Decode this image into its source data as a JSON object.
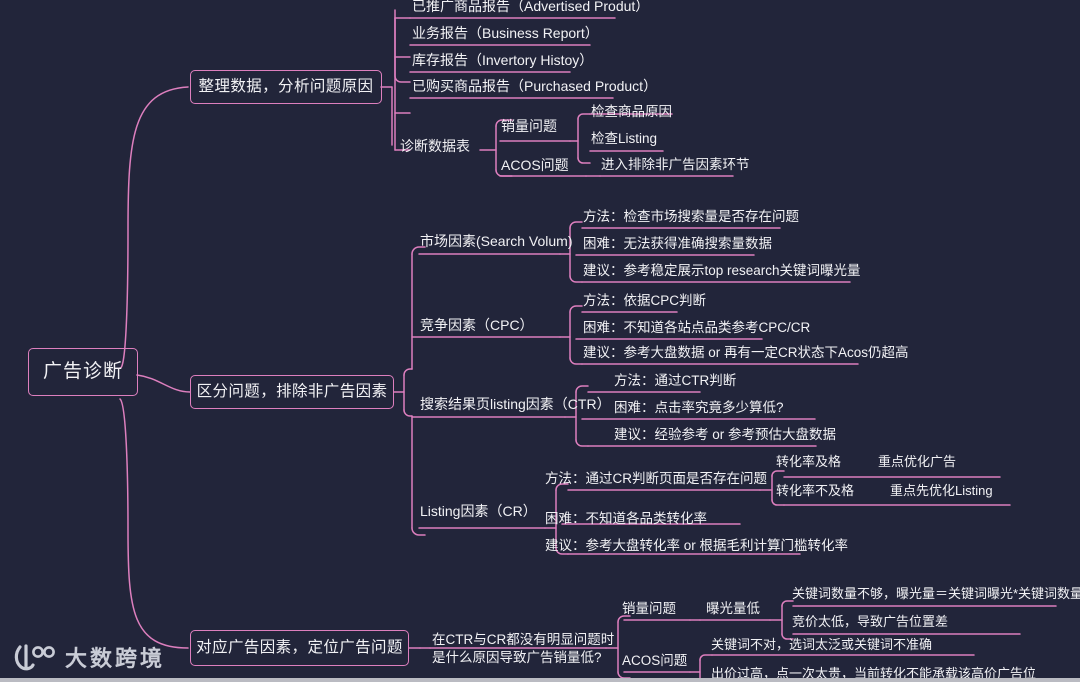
{
  "meta": {
    "title": "广告诊断",
    "bg_color": "#22253a",
    "line_color": "#dd7fbe",
    "text_color": "#f2f2f5"
  },
  "logo": {
    "text": "大数跨境",
    "icon": "brand-mark-icon"
  },
  "root": {
    "label": "广告诊断"
  },
  "branches": [
    {
      "id": "branch-1",
      "label": "整理数据，分析问题原因",
      "children": [
        {
          "label": "已推广商品报告（Advertised Produt）"
        },
        {
          "label": "业务报告（Business Report）"
        },
        {
          "label": "库存报告（Invertory Histoy）"
        },
        {
          "label": "已购买商品报告（Purchased Product）"
        },
        {
          "label": "诊断数据表",
          "children": [
            {
              "label": "销量问题",
              "children": [
                {
                  "label": "检查商品原因"
                },
                {
                  "label": "检查Listing"
                }
              ]
            },
            {
              "label": "ACOS问题",
              "children": [
                {
                  "label": "进入排除非广告因素环节"
                }
              ]
            }
          ]
        }
      ]
    },
    {
      "id": "branch-2",
      "label": "区分问题，排除非广告因素",
      "children": [
        {
          "label": "市场因素(Search Volum)",
          "children": [
            {
              "label": "方法：检查市场搜索量是否存在问题"
            },
            {
              "label": "困难：无法获得准确搜索量数据"
            },
            {
              "label": "建议：参考稳定展示top research关键词曝光量"
            }
          ]
        },
        {
          "label": "竞争因素（CPC）",
          "children": [
            {
              "label": "方法：依据CPC判断"
            },
            {
              "label": "困难：不知道各站点品类参考CPC/CR"
            },
            {
              "label": "建议：参考大盘数据 or 再有一定CR状态下Acos仍超高"
            }
          ]
        },
        {
          "label": "搜索结果页listing因素（CTR）",
          "children": [
            {
              "label": "方法：通过CTR判断"
            },
            {
              "label": "困难：点击率究竟多少算低?"
            },
            {
              "label": "建议：经验参考 or 参考预估大盘数据"
            }
          ]
        },
        {
          "label": "Listing因素（CR）",
          "children": [
            {
              "label": "方法：通过CR判断页面是否存在问题",
              "children": [
                {
                  "label": "转化率及格",
                  "result": "重点优化广告"
                },
                {
                  "label": "转化率不及格",
                  "result": "重点先优化Listing"
                }
              ]
            },
            {
              "label": "困难：不知道各品类转化率"
            },
            {
              "label": "建议：参考大盘转化率 or 根据毛利计算门槛转化率"
            }
          ]
        }
      ]
    },
    {
      "id": "branch-3",
      "label": "对应广告因素，定位广告问题",
      "children": [
        {
          "label": "在CTR与CR都没有明显问题时\n是什么原因导致广告销量低?",
          "children": [
            {
              "label": "销量问题",
              "children": [
                {
                  "label": "曝光量低",
                  "children": [
                    {
                      "label": "关键词数量不够，曝光量＝关键词曝光*关键词数量"
                    },
                    {
                      "label": "竞价太低，导致广告位置差"
                    }
                  ]
                }
              ]
            },
            {
              "label": "ACOS问题",
              "children": [
                {
                  "label": "关键词不对，选词太泛或关键词不准确"
                },
                {
                  "label": "出价过高，点一次太贵，当前转化不能承载该高价广告位"
                }
              ]
            }
          ]
        }
      ]
    }
  ]
}
